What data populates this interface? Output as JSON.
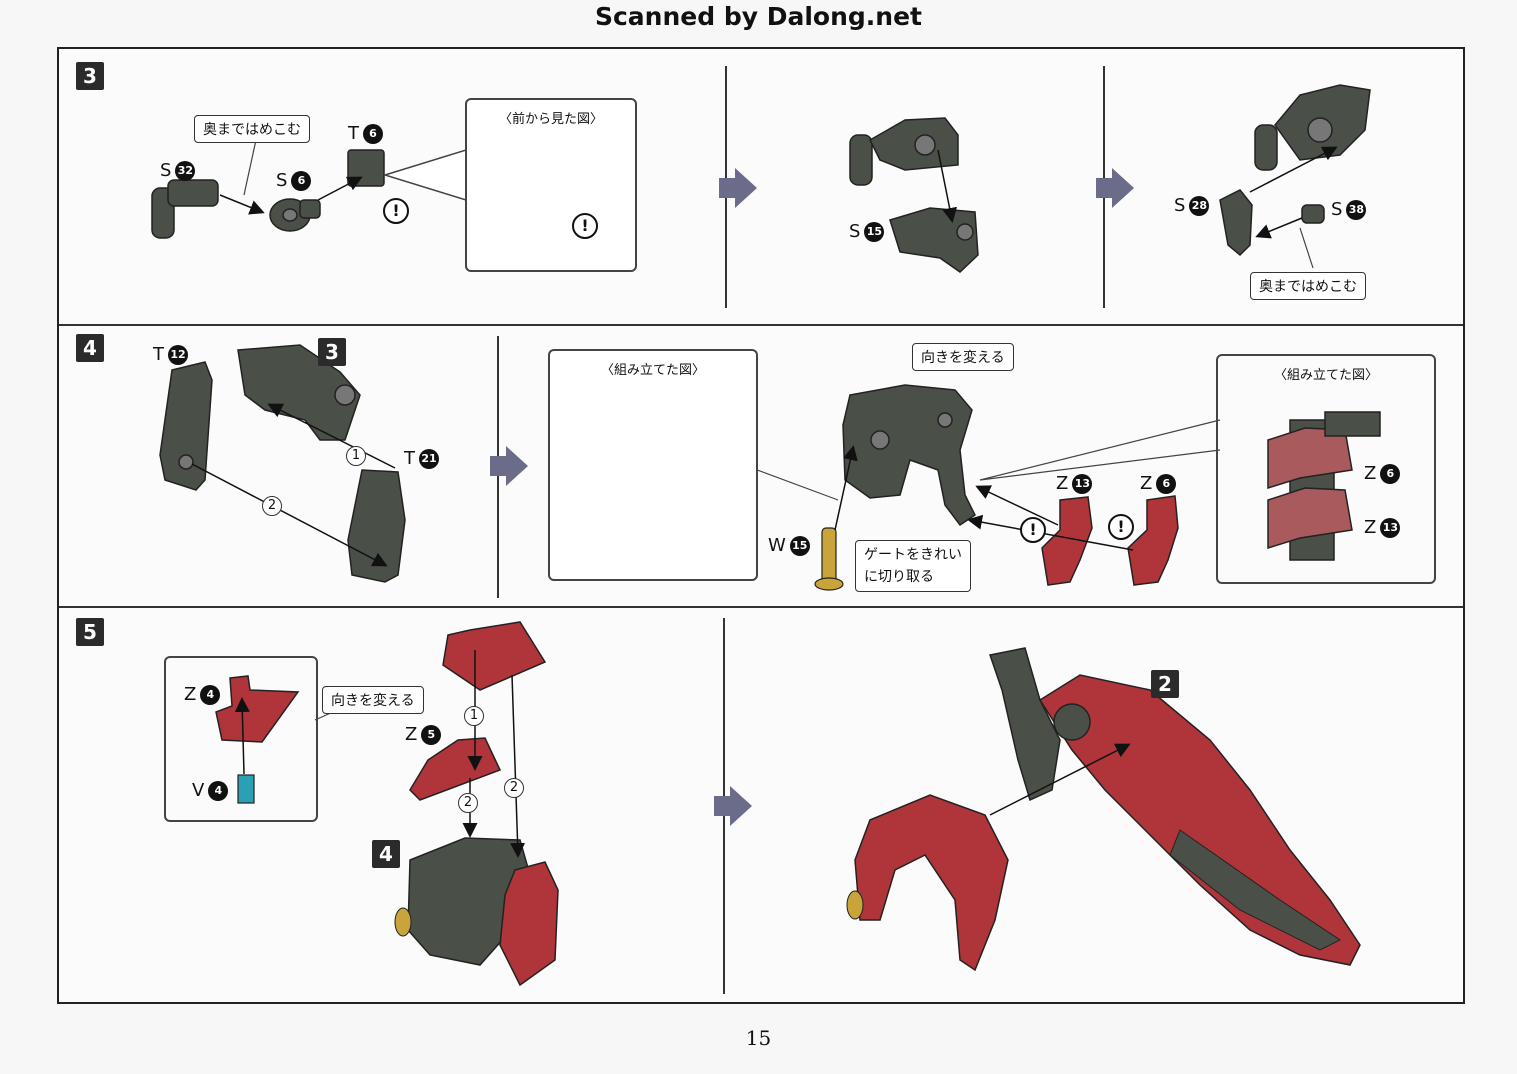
{
  "header": {
    "title": "Scanned by Dalong.net"
  },
  "page_number": "15",
  "step3": {
    "badge": "3",
    "callout_left": "奥まではめこむ",
    "callout_right": "奥まではめこむ",
    "inset_title": "〈前から見た図〉",
    "parts": {
      "s32": {
        "letter": "S",
        "num": "32"
      },
      "s6": {
        "letter": "S",
        "num": "6"
      },
      "t6": {
        "letter": "T",
        "num": "6"
      },
      "s15": {
        "letter": "S",
        "num": "15"
      },
      "s28": {
        "letter": "S",
        "num": "28"
      },
      "s38": {
        "letter": "S",
        "num": "38"
      }
    },
    "warn": "!"
  },
  "step4": {
    "badge": "4",
    "sub_badge": "3",
    "inset_left_title": "〈組み立てた図〉",
    "inset_right_title": "〈組み立てた図〉",
    "callout_turn": "向きを変える",
    "callout_gate_line1": "ゲートをきれい",
    "callout_gate_line2": "に切り取る",
    "order1": "1",
    "order2": "2",
    "parts": {
      "t12": {
        "letter": "T",
        "num": "12"
      },
      "t21": {
        "letter": "T",
        "num": "21"
      },
      "w15": {
        "letter": "W",
        "num": "15"
      },
      "z13a": {
        "letter": "Z",
        "num": "13"
      },
      "z6a": {
        "letter": "Z",
        "num": "6"
      },
      "z6b": {
        "letter": "Z",
        "num": "6"
      },
      "z13b": {
        "letter": "Z",
        "num": "13"
      }
    }
  },
  "step5": {
    "badge": "5",
    "sub_badge_4": "4",
    "sub_badge_2": "2",
    "callout_turn": "向きを変える",
    "order1": "1",
    "order2": "2",
    "parts": {
      "z4": {
        "letter": "Z",
        "num": "4"
      },
      "v4": {
        "letter": "V",
        "num": "4"
      },
      "z5": {
        "letter": "Z",
        "num": "5"
      }
    }
  },
  "colors": {
    "dark_part": "#4a4f47",
    "red_part": "#b0353a",
    "gold_part": "#c9a43b",
    "cyan_part": "#2aa0b5",
    "arrow": "#6b6b8a"
  }
}
